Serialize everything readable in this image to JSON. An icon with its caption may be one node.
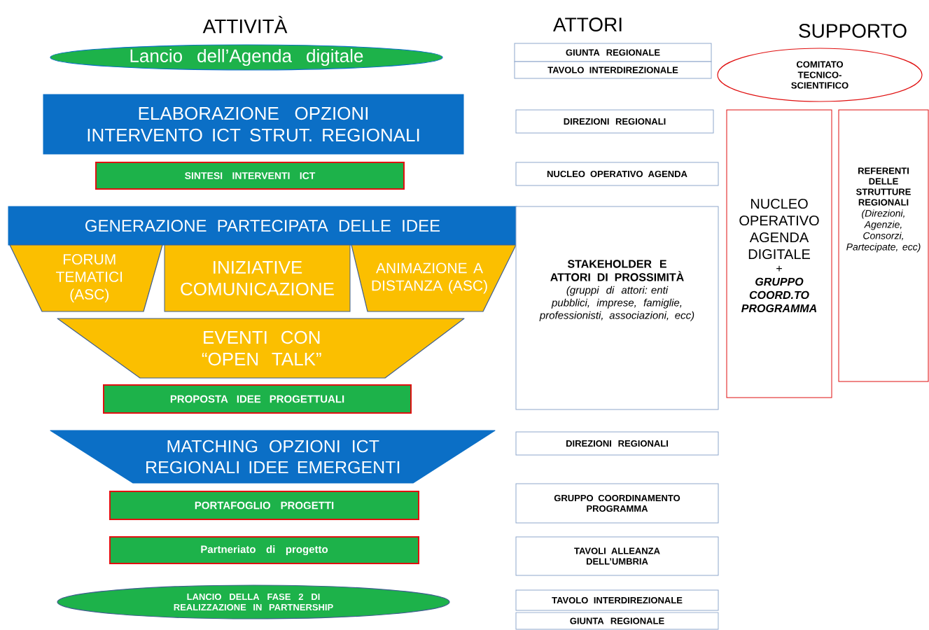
{
  "diagram": {
    "nodes": [
      {
        "text": [
          "Lancio dell’Agenda digitale"
        ]
      },
      {
        "text": [
          "ELABORAZIONE OPZIONI INTERVENTO ICT STRUT. REGIONALI"
        ]
      },
      {
        "text": [
          "SINTESI INTERVENTI ICT"
        ]
      },
      {
        "text": [
          "GENERAZIONE PARTECIPATA DELLE IDEE"
        ]
      },
      {
        "text": [
          "FORUM TEMATICI (ASC)"
        ]
      },
      {
        "text": [
          "INIZIATIVE COMUNICAZIONE"
        ]
      },
      {
        "text": [
          "ANIMAZIONE A DISTANZA (ASC)"
        ]
      },
      {
        "text": [
          "EVENTI CON “OPEN TALK”"
        ]
      },
      {
        "text": [
          "PROPOSTA IDEE PROGETTUALI"
        ]
      },
      {
        "text": [
          "MATCHING OPZIONI ICT REGIONALI IDEE EMERGENTI"
        ]
      },
      {
        "text": [
          "PORTAFOGLIO PROGETTI"
        ]
      },
      {
        "text": [
          "Partneriato di progetto"
        ]
      },
      {
        "text": [
          "LANCIO DELLA FASE 2 DI REALIZZAZIONE IN PARTNERSHIP"
        ]
      },
      {
        "text": [
          "GIUNTA REGIONALE"
        ]
      },
      {
        "text": [
          "TAVOLO INTERDIREZIONALE"
        ]
      },
      {
        "text": [
          "DIREZIONI REGIONALI"
        ]
      },
      {
        "text": [
          "NUCLEO OPERATIVO AGENDA"
        ]
      },
      {
        "text": [
          "STAKEHOLDER E ATTORI DI PROSSIMITÀ",
          "(gruppi di attori: enti pubblici, imprese, famiglie, professionisti, associazioni, ecc)"
        ]
      },
      {
        "text": [
          "DIREZIONI REGIONALI"
        ]
      },
      {
        "text": [
          "GRUPPO COORDINAMENTO PROGRAMMA"
        ]
      },
      {
        "text": [
          "TAVOLI ALLEANZA DELL’UMBRIA"
        ]
      },
      {
        "text": [
          "TAVOLO INTERDIREZIONALE"
        ]
      },
      {
        "text": [
          "GIUNTA REGIONALE"
        ]
      },
      {
        "text": [
          "COMITATO TECNICO-SCIENTIFICO"
        ]
      },
      {
        "text": [
          "NUCLEO OPERATIVO AGENDA DIGITALE",
          "+",
          "GRUPPO COORD.TO PROGRAMMA"
        ]
      },
      {
        "text": [
          "REFERENTI DELLE STRUTTURE REGIONALI",
          "(Direzioni, Agenzie, Consorzi, Partecipate, ecc)"
        ]
      }
    ],
    "labels": [
      "ATTIVITÀ",
      "ATTORI",
      "SUPPORTO"
    ]
  }
}
